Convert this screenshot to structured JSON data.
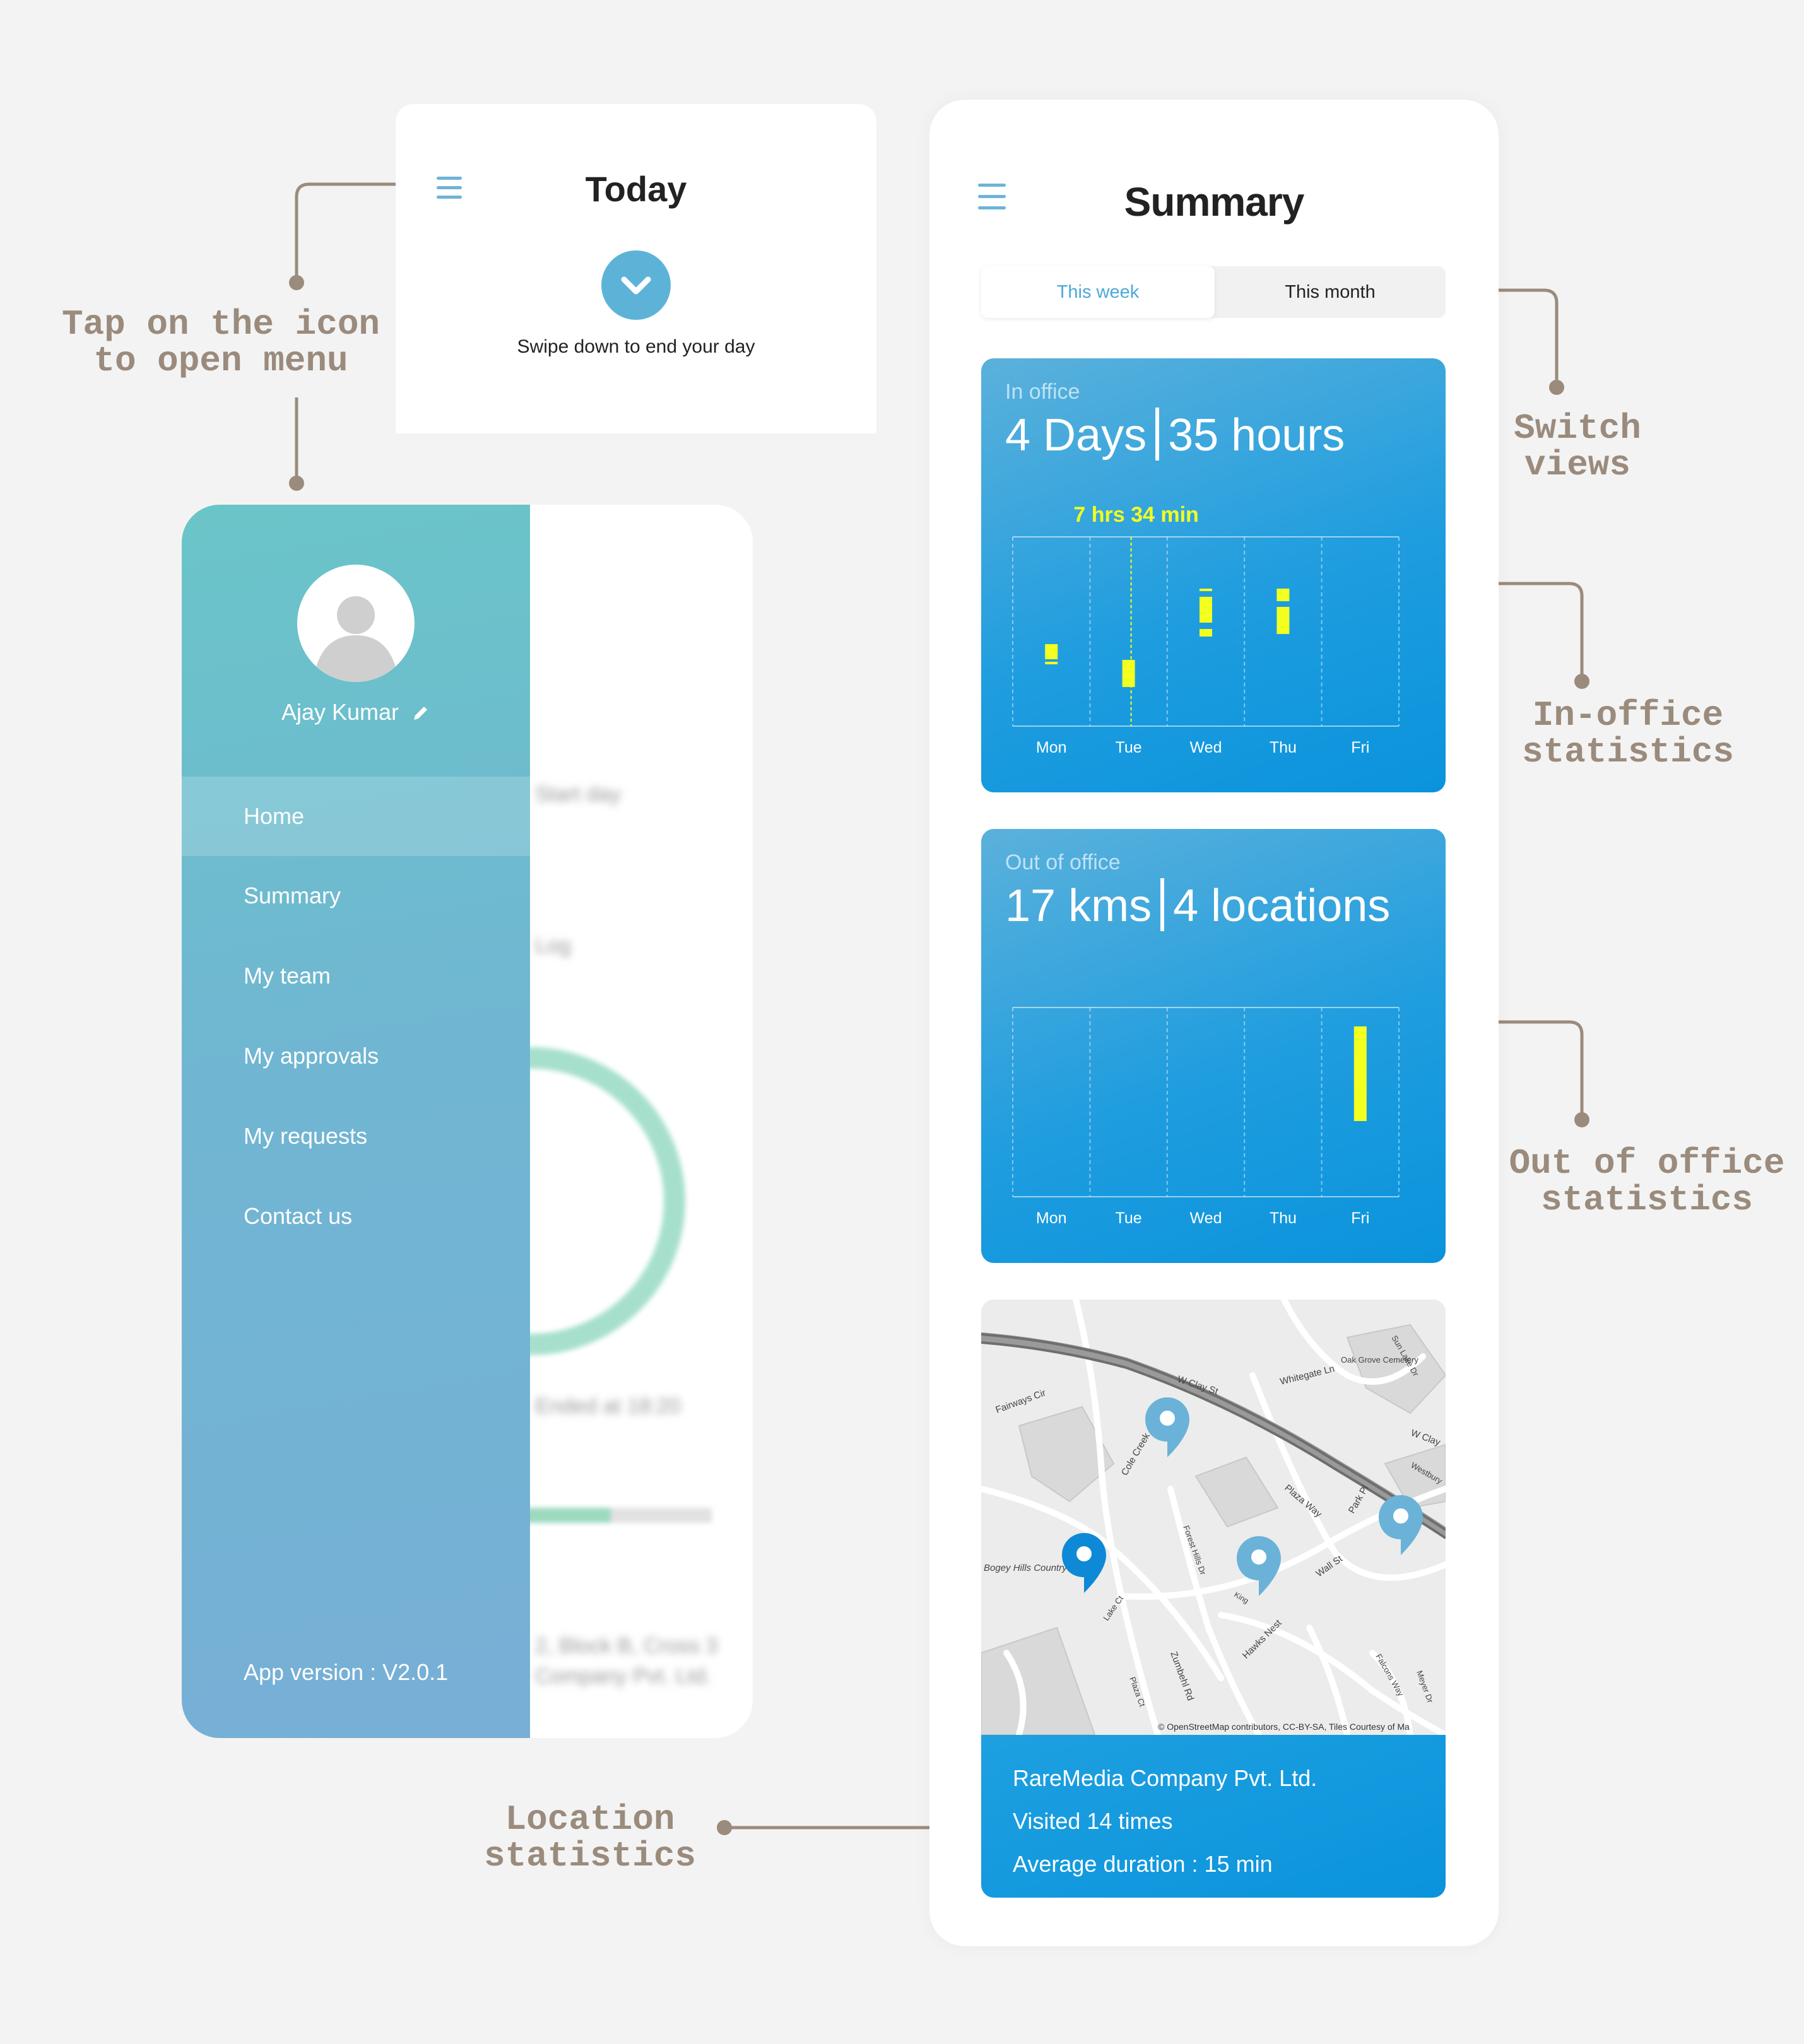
{
  "today": {
    "title": "Today",
    "swipe_label": "Swipe down to end your day",
    "menu_icon": "hamburger-icon",
    "swipe_icon": "chevron-down-icon"
  },
  "menu": {
    "user_name": "Ajay Kumar",
    "edit_icon": "pencil-icon",
    "avatar_icon": "user-avatar-icon",
    "items": [
      {
        "label": "Home",
        "active": true
      },
      {
        "label": "Summary"
      },
      {
        "label": "My team"
      },
      {
        "label": "My approvals"
      },
      {
        "label": "My requests"
      },
      {
        "label": "Contact us"
      }
    ],
    "app_version": "App version : V2.0.1"
  },
  "summary": {
    "title": "Summary",
    "tabs": [
      {
        "label": "This week",
        "active": true
      },
      {
        "label": "This month"
      }
    ],
    "in_office": {
      "label": "In office",
      "value_left": "4 Days",
      "value_right": "35 hours"
    },
    "out_office": {
      "label": "Out of office",
      "value_left": "17 kms",
      "value_right": "4 locations"
    },
    "location": {
      "line1": "RareMedia Company Pvt. Ltd.",
      "line2": "Visited 14 times",
      "line3": "Average duration : 15 min",
      "attribution": "© OpenStreetMap contributors, CC-BY-SA, Tiles Courtesy of Ma",
      "street_labels": [
        "W Clay St",
        "Whitegate Ln",
        "Oak Grove Cemetery",
        "Fairways Cir",
        "Cole Creek",
        "Plaza Way",
        "Park Pl",
        "Westbury",
        "W Clay",
        "Forest Hills Dr",
        "Wall St",
        "King",
        "Bogey Hills Country Club",
        "Lake Ct",
        "Hawks Nest",
        "Zumbehl Rd",
        "Plaza Ct",
        "Falcons Way",
        "Meyer Dr",
        "Sun Lake Dr"
      ]
    }
  },
  "chart_data": [
    {
      "type": "bar",
      "title": "In office",
      "categories": [
        "Mon",
        "Tue",
        "Wed",
        "Thu",
        "Fri"
      ],
      "annotation": {
        "day": "Tue",
        "label": "7 hrs 34 min"
      },
      "series": [
        {
          "values": [
            1,
            1,
            1,
            1,
            0
          ]
        }
      ],
      "color": "#f2ff1f"
    },
    {
      "type": "bar",
      "title": "Out of office",
      "categories": [
        "Mon",
        "Tue",
        "Wed",
        "Thu",
        "Fri"
      ],
      "series": [
        {
          "values": [
            0,
            0,
            0,
            0,
            1
          ]
        }
      ],
      "color": "#f2ff1f"
    }
  ],
  "annotations": {
    "menu_note_line1": "Tap on the icon",
    "menu_note_line2": "to open menu",
    "switch_note_line1": "Switch",
    "switch_note_line2": "views",
    "inoffice_note_line1": "In-office",
    "inoffice_note_line2": "statistics",
    "outoffice_note_line1": "Out of office",
    "outoffice_note_line2": "statistics",
    "location_note_line1": "Location",
    "location_note_line2": "statistics"
  },
  "blurred_background": {
    "line1": "Start day",
    "line2": "Log",
    "line3": "Ended at 18:20",
    "line4": "2, Block B, Cross 3",
    "line5": "Company Pvt. Ltd."
  }
}
